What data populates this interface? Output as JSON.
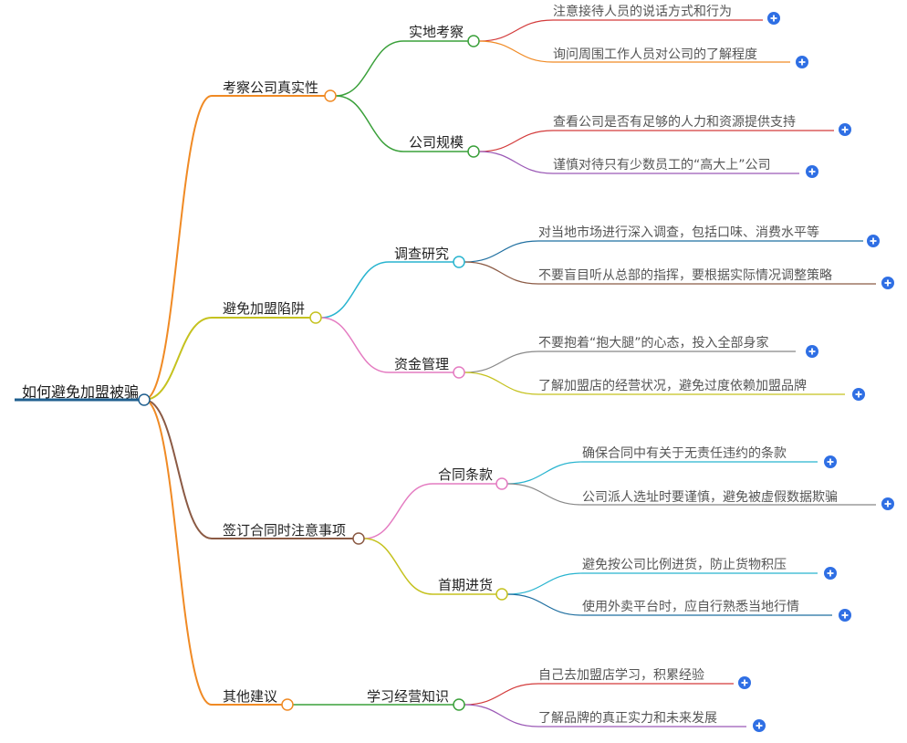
{
  "root": {
    "label": "如何避免加盟被骗",
    "color": "#1f5f8f"
  },
  "branches": [
    {
      "label": "考察公司真实性",
      "color": "#f08a24",
      "children": [
        {
          "label": "实地考察",
          "color": "#3aa03a",
          "leaves": [
            {
              "label": "注意接待人员的说话方式和行为",
              "color": "#d33b3b"
            },
            {
              "label": "询问周围工作人员对公司的了解程度",
              "color": "#f08a24"
            }
          ]
        },
        {
          "label": "公司规模",
          "color": "#3aa03a",
          "leaves": [
            {
              "label": "查看公司是否有足够的人力和资源提供支持",
              "color": "#d33b3b"
            },
            {
              "label": "谨慎对待只有少数员工的“高大上”公司",
              "color": "#9b59b6"
            }
          ]
        }
      ]
    },
    {
      "label": "避免加盟陷阱",
      "color": "#c5c21f",
      "children": [
        {
          "label": "调查研究",
          "color": "#28b4cf",
          "leaves": [
            {
              "label": "对当地市场进行深入调查，包括口味、消费水平等",
              "color": "#1f6fa0"
            },
            {
              "label": "不要盲目听从总部的指挥，要根据实际情况调整策略",
              "color": "#8b5a44"
            }
          ]
        },
        {
          "label": "资金管理",
          "color": "#e47bc1",
          "leaves": [
            {
              "label": "不要抱着“抱大腿”的心态，投入全部身家",
              "color": "#888888"
            },
            {
              "label": "了解加盟店的经营状况，避免过度依赖加盟品牌",
              "color": "#c5c21f"
            }
          ]
        }
      ]
    },
    {
      "label": "签订合同时注意事项",
      "color": "#8b5a44",
      "children": [
        {
          "label": "合同条款",
          "color": "#e47bc1",
          "leaves": [
            {
              "label": "确保合同中有关于无责任违约的条款",
              "color": "#28b4cf"
            },
            {
              "label": "公司派人选址时要谨慎，避免被虚假数据欺骗",
              "color": "#888888"
            }
          ]
        },
        {
          "label": "首期进货",
          "color": "#c5c21f",
          "leaves": [
            {
              "label": "避免按公司比例进货，防止货物积压",
              "color": "#28b4cf"
            },
            {
              "label": "使用外卖平台时，应自行熟悉当地行情",
              "color": "#1f6fa0"
            }
          ]
        }
      ]
    },
    {
      "label": "其他建议",
      "color": "#f08a24",
      "children": [
        {
          "label": "学习经营知识",
          "color": "#3aa03a",
          "leaves": [
            {
              "label": "自己去加盟店学习，积累经验",
              "color": "#d33b3b"
            },
            {
              "label": "了解品牌的真正实力和未来发展",
              "color": "#9b59b6"
            }
          ]
        }
      ]
    }
  ],
  "expand_icon": {
    "name": "plus-circle-icon",
    "color": "#2f6fe4"
  }
}
